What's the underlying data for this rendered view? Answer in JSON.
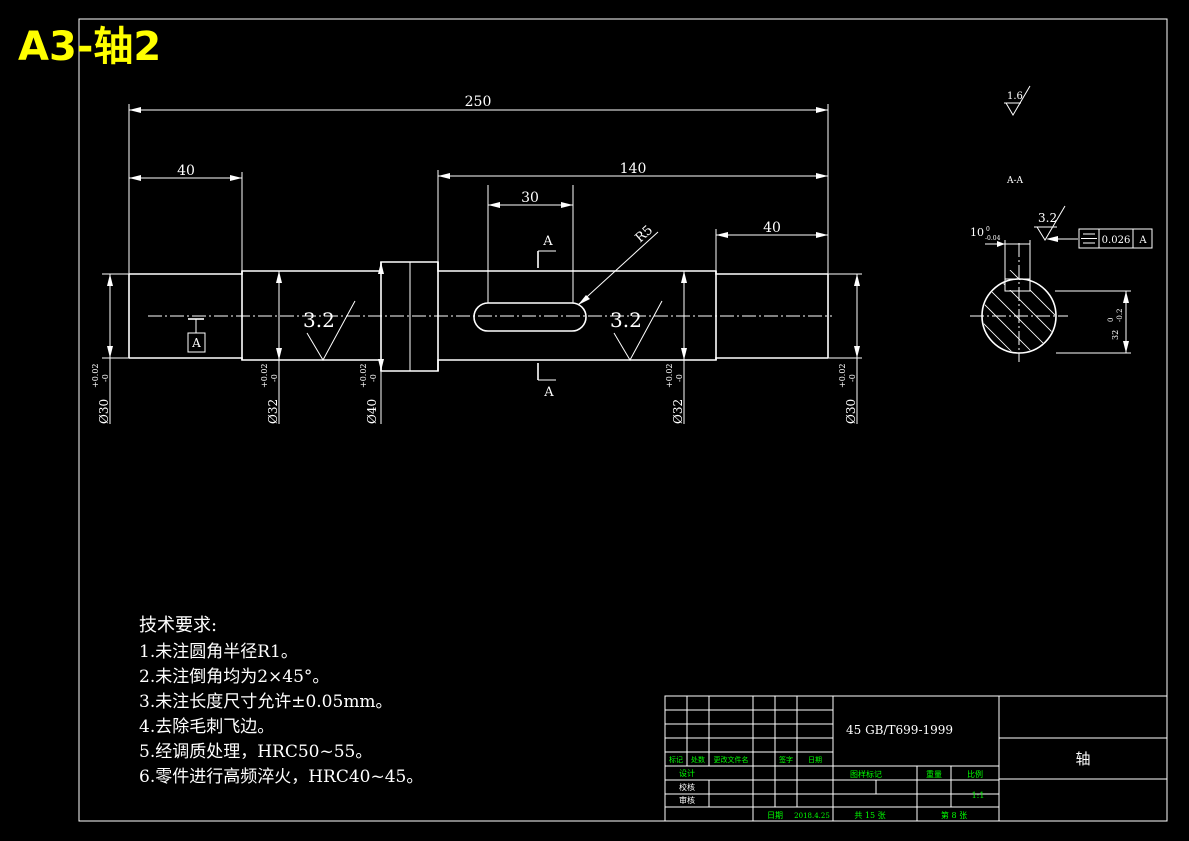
{
  "title": "A3-轴2",
  "dimensions": {
    "overall_length": "250",
    "left_segment": "40",
    "keyway_span": "140",
    "keyway_length": "30",
    "right_segment": "40",
    "radius": "R5"
  },
  "surface_roughness": [
    "3.2",
    "3.2",
    "3.2",
    "1.6"
  ],
  "datum": "A",
  "section_labels": [
    "A",
    "A"
  ],
  "section_view_title": "A-A",
  "section_dims": {
    "keyway_width": "10",
    "keyway_width_tol": "0\n-0.04",
    "depth": "32",
    "depth_tol_upper": "0",
    "depth_tol_lower": "-0.2"
  },
  "symmetry_tolerance": {
    "symbol": "⌯",
    "value": "0.026",
    "datum": "A"
  },
  "diameters": [
    {
      "label": "Ø30",
      "tol": "+0.02\n-0"
    },
    {
      "label": "Ø32",
      "tol": "+0.02\n-0"
    },
    {
      "label": "Ø40",
      "tol": "+0.02\n-0"
    },
    {
      "label": "Ø32",
      "tol": "+0.02\n-0"
    },
    {
      "label": "Ø30",
      "tol": "+0.02\n-0"
    }
  ],
  "technical_requirements": {
    "heading": "技术要求:",
    "items": [
      "1.未注圆角半径R1。",
      "2.未注倒角均为2×45°。",
      "3.未注长度尺寸允许±0.05mm。",
      "4.去除毛刺飞边。",
      "5.经调质处理，HRC50~55。",
      "6.零件进行高频淬火，HRC40~45。"
    ]
  },
  "title_block": {
    "material": "45 GB/T699-1999",
    "part_name": "轴",
    "headers": [
      "标记",
      "处数",
      "更改文件名",
      "签字",
      "日期"
    ],
    "rows": [
      "设计",
      "校核",
      "审核"
    ],
    "stage_labels": [
      "图样标记",
      "重量",
      "比例"
    ],
    "scale": "1:1",
    "date_label": "日期",
    "date": "2018.4.25",
    "sheets_total": "共 15 张",
    "sheet_no": "第 8 张"
  }
}
